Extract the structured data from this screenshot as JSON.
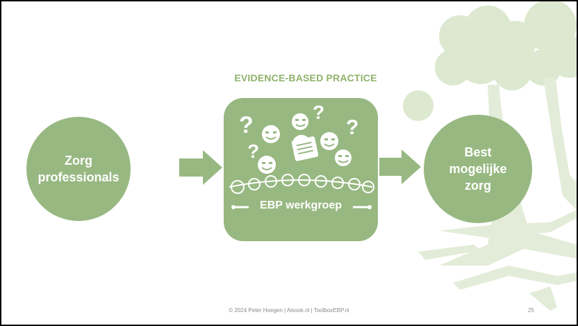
{
  "slide": {
    "heading": "EVIDENCE-BASED PRACTICE",
    "left_circle": {
      "line1": "Zorg",
      "line2": "professionals"
    },
    "center_box": {
      "label": "EBP werkgroep"
    },
    "right_circle": {
      "line1": "Best",
      "line2": "mogelijke",
      "line3": "zorg"
    },
    "footer": "© 2024 Peter Hoegen | Alsook.nl | ToolboxEBP.nl",
    "page_number": "25"
  },
  "colors": {
    "accent_green": "#98b882",
    "heading_green": "#8fb26a",
    "tree_green": "#d9e6cb",
    "text_white": "#ffffff",
    "footer_gray": "#8a8a8a"
  },
  "icons": [
    "tree-illustration",
    "arrow-right-icon",
    "question-mark-icon",
    "smiley-icon",
    "document-icon",
    "process-cycle-icon"
  ]
}
